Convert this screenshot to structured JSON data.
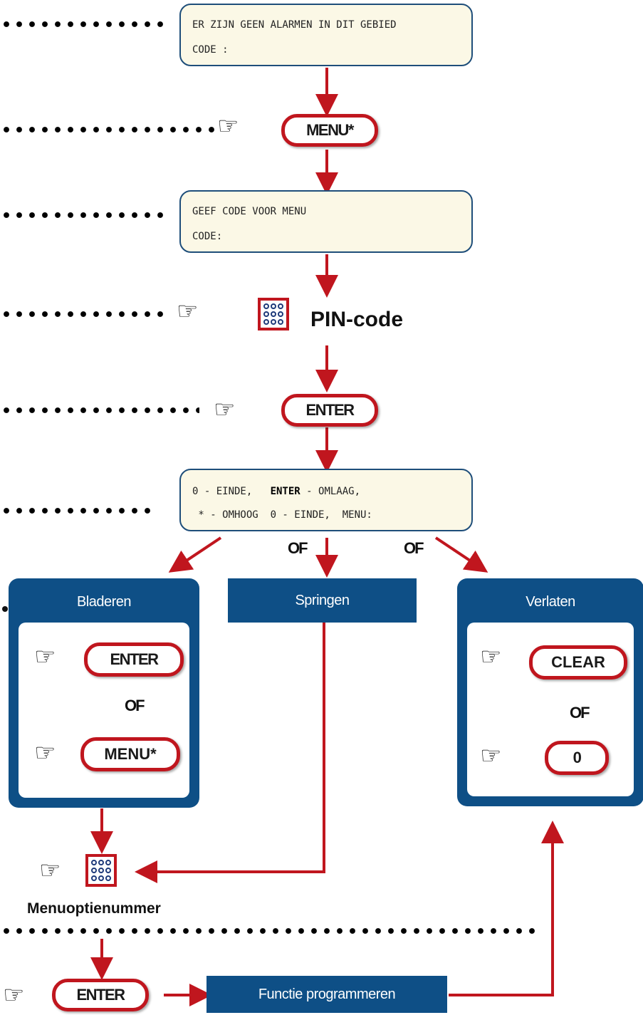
{
  "screens": {
    "lcd1": {
      "line1": "ER ZIJN GEEN ALARMEN IN DIT GEBIED",
      "line2": "CODE :"
    },
    "lcd2": {
      "line1": "GEEF CODE VOOR MENU",
      "line2": "CODE:"
    },
    "lcd3": {
      "line1_part1": "0 - EINDE,   ",
      "line1_bold": "ENTER",
      "line1_part2": " - OMLAAG,",
      "line2": " * - OMHOOG  0 - EINDE,  MENU:"
    }
  },
  "keys": {
    "menu_top": "MENU*",
    "pin_code": "PIN-code",
    "enter_main": "ENTER",
    "bladeren_enter": "ENTER",
    "bladeren_menu": "MENU*",
    "verlaten_clear": "CLEAR",
    "verlaten_zero": "0",
    "enter_bottom": "ENTER"
  },
  "or_label": "OF",
  "panels": {
    "bladeren": "Bladeren",
    "springen": "Springen",
    "verlaten": "Verlaten"
  },
  "menu_option_label": "Menuoptienummer",
  "function_bar": "Functie programmeren",
  "colors": {
    "accent_red": "#c0161e",
    "panel_blue": "#0e4f86",
    "lcd_bg": "#fbf8e6"
  },
  "icons": [
    "pointing-hand-icon",
    "keypad-icon",
    "arrow-icon"
  ]
}
